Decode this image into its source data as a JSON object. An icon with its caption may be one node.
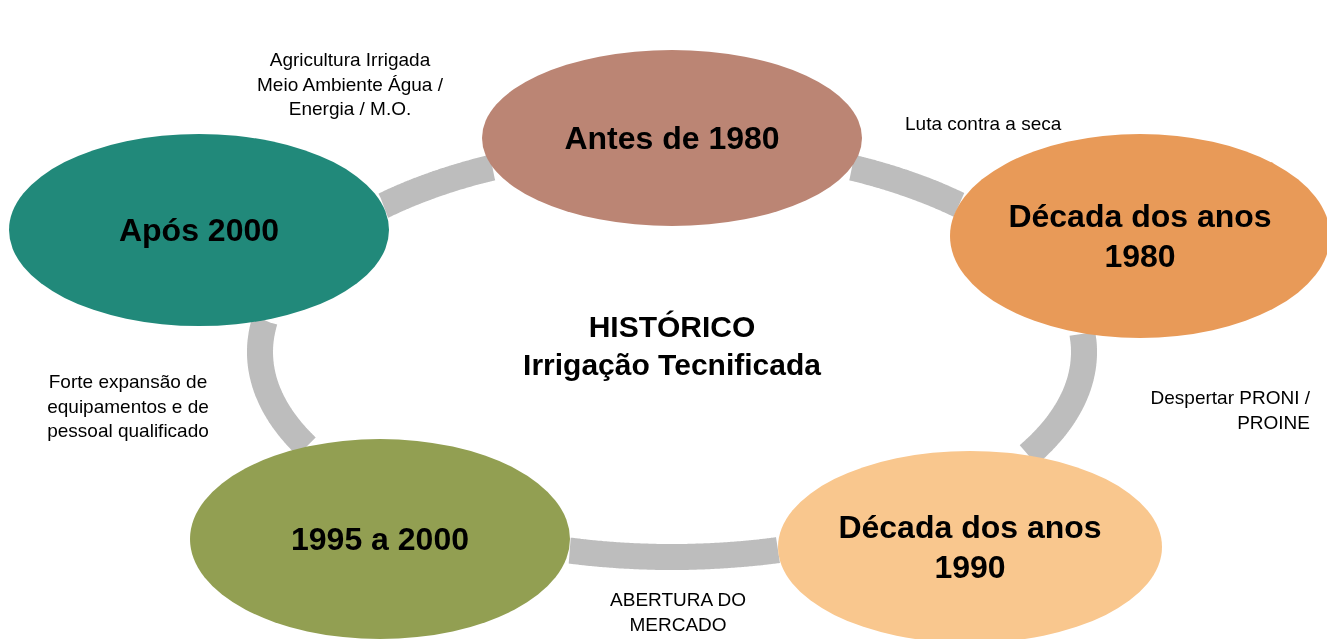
{
  "diagram": {
    "nodes": [
      {
        "text": [
          "Antes de 1980"
        ]
      },
      {
        "text": [
          "Década dos anos 1980"
        ]
      },
      {
        "text": [
          "Década dos anos 1990"
        ]
      },
      {
        "text": [
          "1995 a 2000"
        ]
      },
      {
        "text": [
          "Após 2000"
        ]
      }
    ],
    "edges": [
      {
        "from": 0,
        "to": 1,
        "arrow": "none",
        "label": "Luta contra a seca"
      },
      {
        "from": 1,
        "to": 2,
        "arrow": "none",
        "label": "Despertar PRONI / PROINE"
      },
      {
        "from": 2,
        "to": 3,
        "arrow": "none",
        "label": "ABERTURA DO MERCADO"
      },
      {
        "from": 3,
        "to": 4,
        "arrow": "none",
        "label": "Forte expansão de equipamentos e de pessoal qualificado"
      },
      {
        "from": 4,
        "to": 0,
        "arrow": "none",
        "label": "Agricultura Irrigada Meio Ambiente Água / Energia / M.O."
      }
    ],
    "labels": [
      "HISTÓRICO",
      "Irrigação Tecnificada"
    ]
  }
}
